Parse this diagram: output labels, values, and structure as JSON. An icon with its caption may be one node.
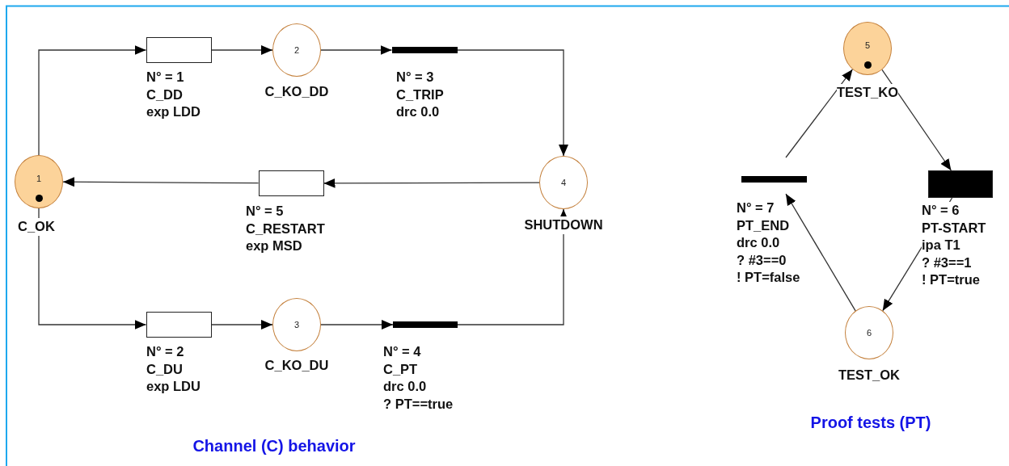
{
  "diagram": {
    "nodes": [
      {
        "text": [],
        "shape": "box",
        "beside": [
          "N° = 1",
          "C_DD",
          "exp LDD"
        ]
      },
      {
        "text": [
          "2"
        ],
        "beside": [
          "C_KO_DD"
        ]
      },
      {
        "text": [],
        "shape": "bar",
        "beside": [
          "N° = 3",
          "C_TRIP",
          "drc 0.0"
        ]
      },
      {
        "text": [
          "1"
        ],
        "beside": [
          "C_OK"
        ]
      },
      {
        "text": [],
        "shape": "box",
        "beside": [
          "N° = 5",
          "C_RESTART",
          "exp MSD"
        ]
      },
      {
        "text": [
          "4"
        ],
        "beside": [
          "SHUTDOWN"
        ]
      },
      {
        "text": [],
        "shape": "box",
        "beside": [
          "N° = 2",
          "C_DU",
          "exp LDU"
        ]
      },
      {
        "text": [
          "3"
        ],
        "beside": [
          "C_KO_DU"
        ]
      },
      {
        "text": [],
        "shape": "bar",
        "beside": [
          "N° = 4",
          "C_PT",
          "drc 0.0",
          "? PT==true"
        ]
      },
      {
        "text": [
          "5"
        ],
        "beside": [
          "TEST_KO"
        ]
      },
      {
        "text": [],
        "shape": "bar",
        "beside": [
          "N° = 7",
          "PT_END",
          "drc 0.0",
          "? #3==0",
          "! PT=false"
        ]
      },
      {
        "text": [],
        "shape": "box",
        "beside": [
          "N° = 6",
          "PT-START",
          "ipa T1",
          "? #3==1",
          "! PT=true"
        ]
      },
      {
        "text": [
          "6"
        ],
        "beside": [
          "TEST_OK"
        ]
      }
    ],
    "edges": [
      {
        "from": 3,
        "to": 0,
        "arrow": "to"
      },
      {
        "from": 0,
        "to": 1,
        "arrow": "to"
      },
      {
        "from": 1,
        "to": 2,
        "arrow": "to"
      },
      {
        "from": 2,
        "to": 5,
        "arrow": "to"
      },
      {
        "from": 5,
        "to": 4,
        "arrow": "to"
      },
      {
        "from": 4,
        "to": 3,
        "arrow": "to"
      },
      {
        "from": 3,
        "to": 6,
        "arrow": "to"
      },
      {
        "from": 6,
        "to": 7,
        "arrow": "to"
      },
      {
        "from": 7,
        "to": 8,
        "arrow": "to"
      },
      {
        "from": 8,
        "to": 5,
        "arrow": "to"
      },
      {
        "from": 10,
        "to": 9,
        "arrow": "to"
      },
      {
        "from": 9,
        "to": 11,
        "arrow": "to"
      },
      {
        "from": 11,
        "to": 12,
        "arrow": "to"
      },
      {
        "from": 12,
        "to": 10,
        "arrow": "to"
      }
    ],
    "labels": [
      "Channel (C) behavior",
      "Proof tests (PT)"
    ]
  }
}
